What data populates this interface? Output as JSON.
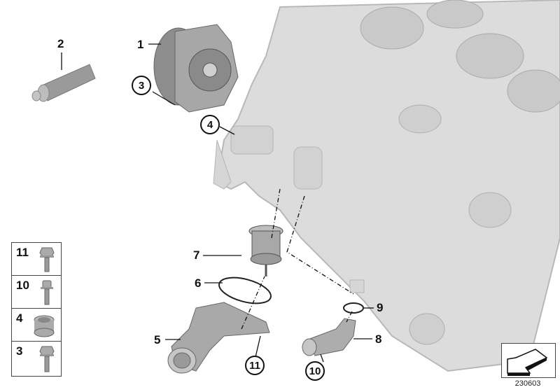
{
  "diagram": {
    "type": "exploded parts diagram",
    "subject": "Engine block cooling system: water pump, thermostat and housing",
    "image_code": "230603",
    "callouts": [
      {
        "id": "1",
        "style": "plain",
        "part": "water-pump"
      },
      {
        "id": "2",
        "style": "plain",
        "part": "sealant-tube"
      },
      {
        "id": "3",
        "style": "circled",
        "part": "water-pump-bolt"
      },
      {
        "id": "4",
        "style": "circled",
        "part": "water-pump-sleeve"
      },
      {
        "id": "5",
        "style": "plain",
        "part": "thermostat-housing"
      },
      {
        "id": "6",
        "style": "plain",
        "part": "housing-gasket-ring"
      },
      {
        "id": "7",
        "style": "plain",
        "part": "thermostat"
      },
      {
        "id": "8",
        "style": "plain",
        "part": "coolant-pipe-elbow"
      },
      {
        "id": "9",
        "style": "plain",
        "part": "o-ring"
      },
      {
        "id": "10",
        "style": "circled",
        "part": "pipe-bolt"
      },
      {
        "id": "11",
        "style": "circled",
        "part": "housing-bolt"
      }
    ],
    "legend": [
      {
        "num": "11",
        "icon": "hex-flange-bolt"
      },
      {
        "num": "10",
        "icon": "socket-head-bolt"
      },
      {
        "num": "4",
        "icon": "sleeve-bushing"
      },
      {
        "num": "3",
        "icon": "hex-flange-bolt-long"
      }
    ],
    "colors": {
      "block": "#dcdcdc",
      "block_edge": "#b8b8b8",
      "part": "#a9a9a9",
      "part_dark": "#7d7d7d",
      "ink": "#111111"
    }
  }
}
